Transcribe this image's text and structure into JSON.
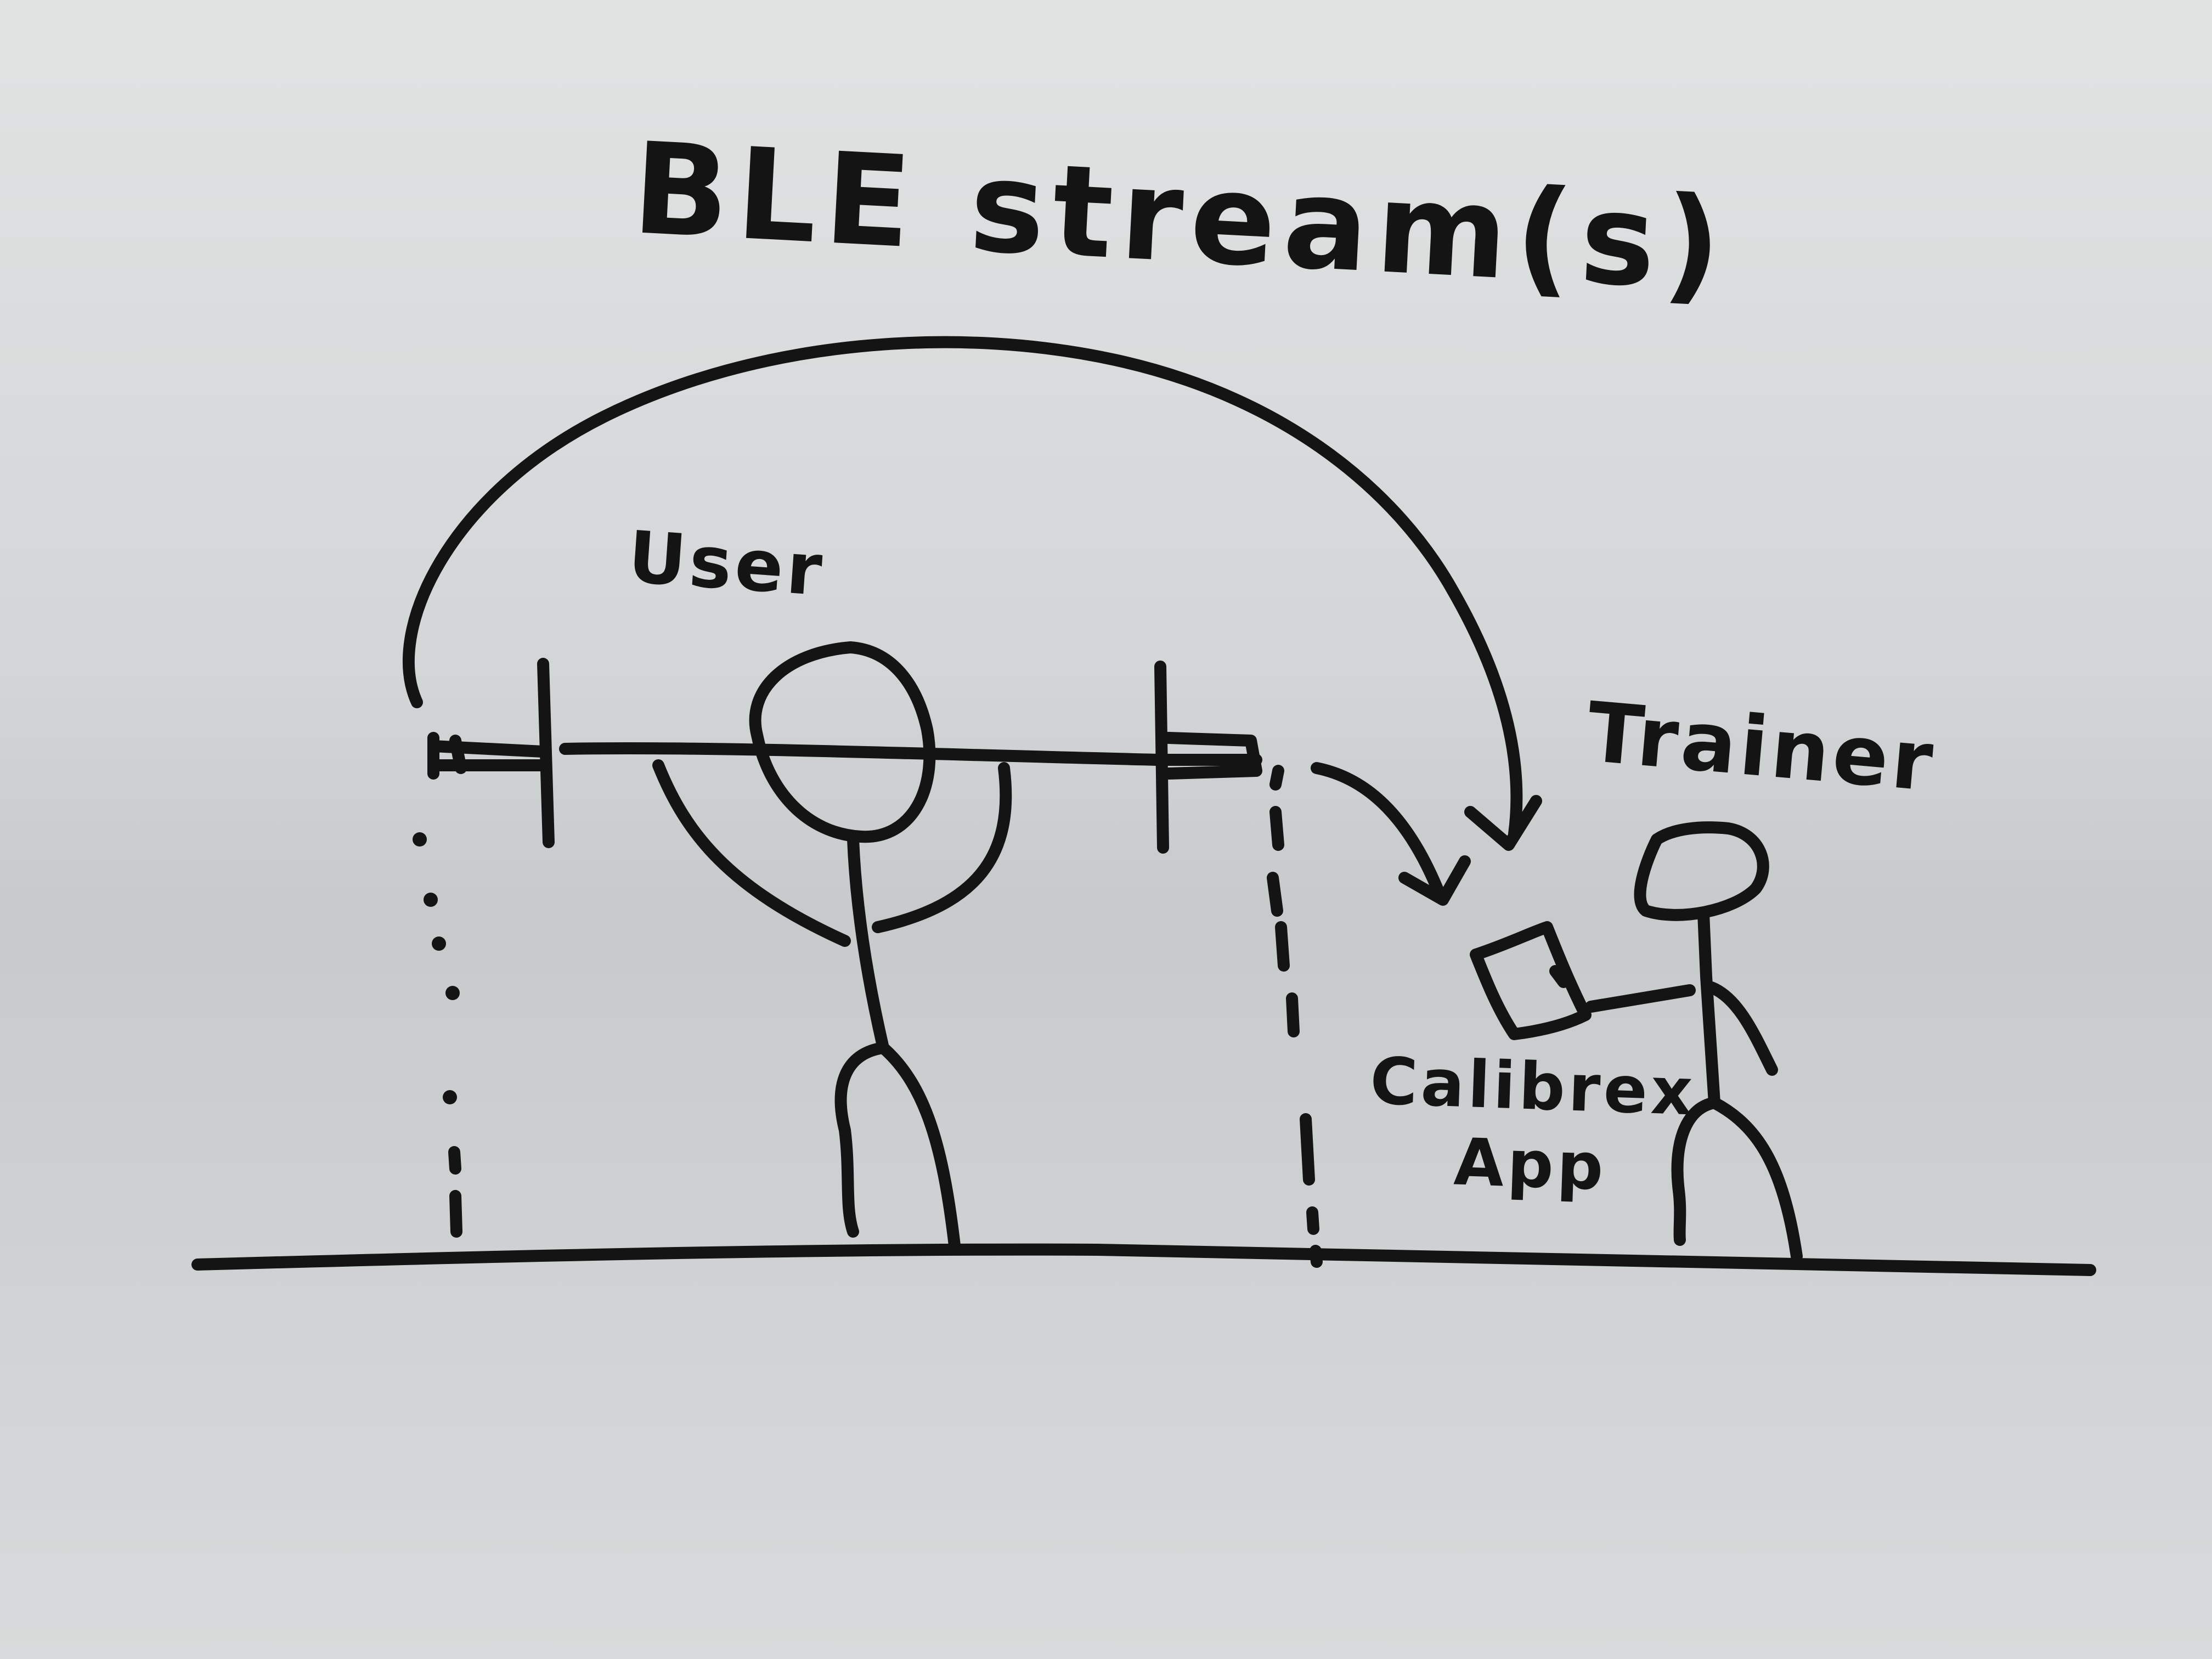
{
  "diagram": {
    "title": "BLE stream(s)",
    "labels": {
      "user": "User",
      "trainer": "Trainer",
      "app_line1": "Calibrex",
      "app_line2": "App"
    },
    "nodes": [
      {
        "id": "user",
        "shape": "stick-figure-lifting-barbell"
      },
      {
        "id": "trainer",
        "shape": "stick-figure-holding-tablet"
      },
      {
        "id": "barbell",
        "shape": "barbell-with-two-sensors"
      },
      {
        "id": "calibrex-app",
        "shape": "tablet"
      },
      {
        "id": "floor",
        "shape": "ground-line"
      }
    ],
    "edges": [
      {
        "from": "left-barbell-sensor",
        "to": "calibrex-app",
        "style": "curved-arrow",
        "label": "BLE stream(s)"
      },
      {
        "from": "right-barbell-sensor",
        "to": "calibrex-app",
        "style": "short-curved-arrow"
      },
      {
        "from": "left-barbell-sensor",
        "to": "floor",
        "style": "dotted-line"
      },
      {
        "from": "right-barbell-sensor",
        "to": "floor",
        "style": "dashed-line"
      }
    ]
  },
  "colors": {
    "board": "#cfd2d3",
    "ink": "#141414"
  }
}
